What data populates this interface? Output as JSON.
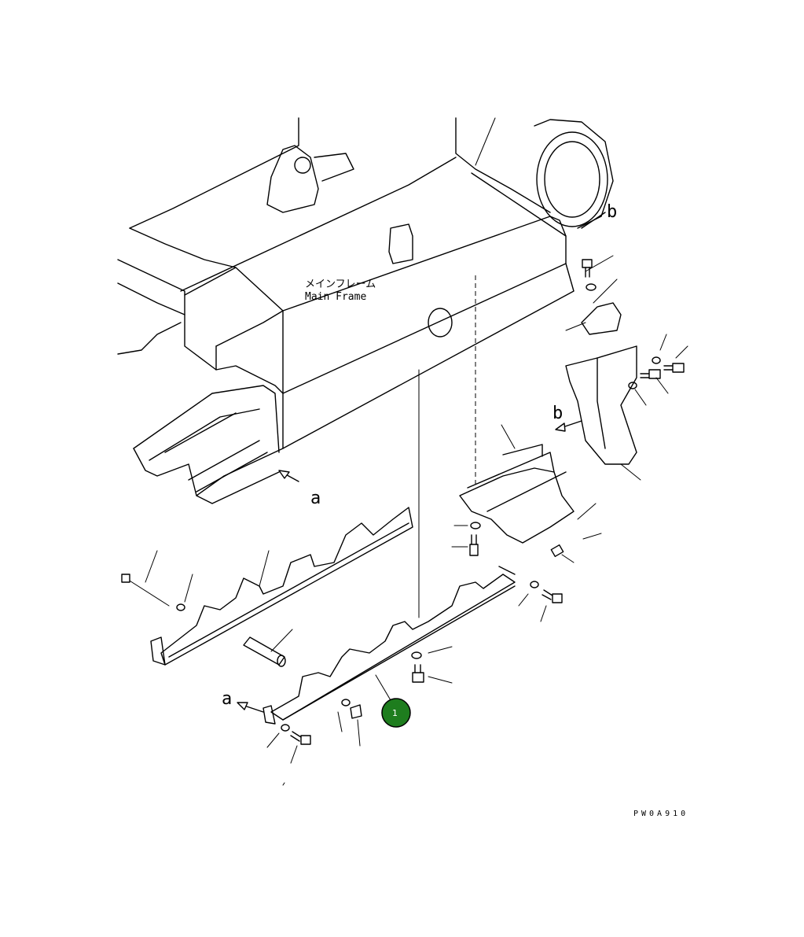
{
  "labels": {
    "main_frame_jp": "メインフレーム",
    "main_frame_en": "Main Frame",
    "view_a_top": "a",
    "view_a_bottom": "a",
    "view_b_top": "b",
    "view_b_mid": "b",
    "drawing_code": "PW0A910"
  },
  "callouts": [
    {
      "number": "1",
      "color": "#1e7d1e"
    }
  ]
}
